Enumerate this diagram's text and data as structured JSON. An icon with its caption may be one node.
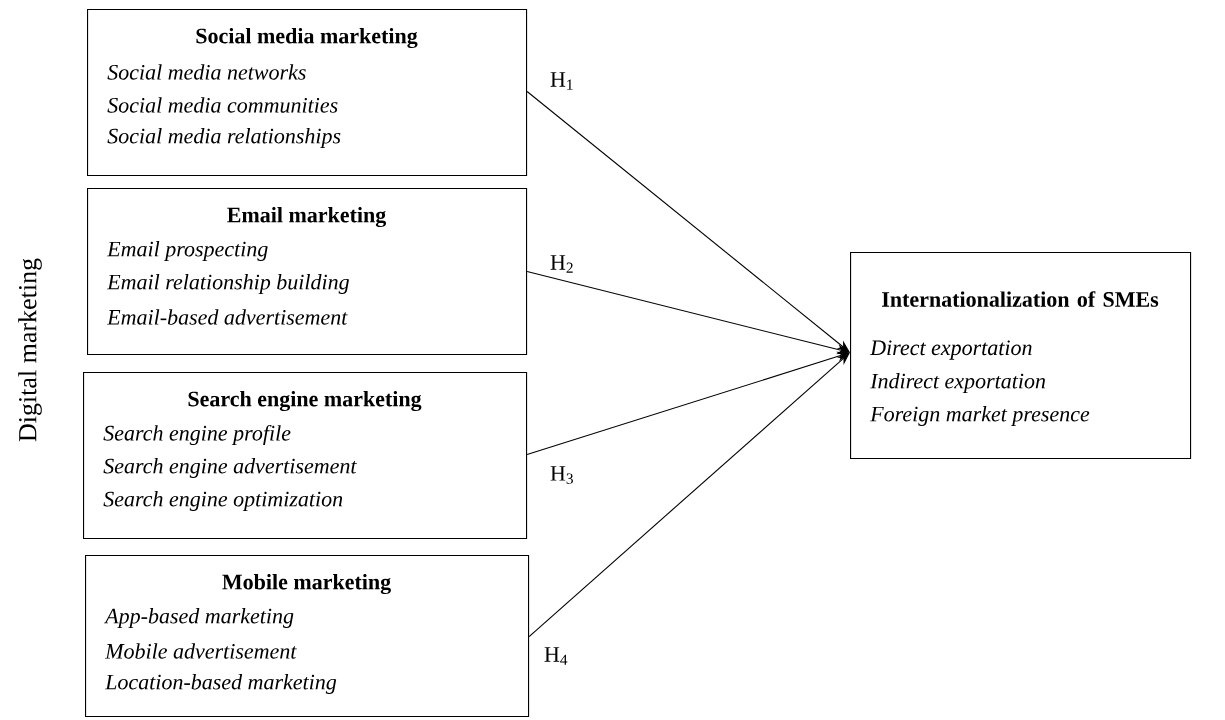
{
  "diagram": {
    "nodes": [
      {
        "text": [
          "Social media marketing",
          "Social media networks",
          "Social media communities",
          "Social media relationships"
        ]
      },
      {
        "text": [
          "Email marketing",
          "Email prospecting",
          "Email relationship building",
          "Email-based advertisement"
        ]
      },
      {
        "text": [
          "Search engine marketing",
          "Search engine profile",
          "Search engine advertisement",
          "Search engine optimization"
        ]
      },
      {
        "text": [
          "Mobile marketing",
          "App-based marketing",
          "Mobile advertisement",
          "Location-based marketing"
        ]
      },
      {
        "text": [
          "Internationalization of SMEs",
          "Direct exportation",
          "Indirect exportation",
          "Foreign market presence"
        ]
      }
    ],
    "edges": [
      {
        "from": 0,
        "to": 4,
        "arrow": "to",
        "label": "H$_{1}$"
      },
      {
        "from": 1,
        "to": 4,
        "arrow": "to",
        "label": "H$_{2}$"
      },
      {
        "from": 2,
        "to": 4,
        "arrow": "to",
        "label": "H$_{3}$"
      },
      {
        "from": 3,
        "to": 4,
        "arrow": "to",
        "label": "H$_{4}$"
      }
    ],
    "labels": [
      "Digital marketing"
    ]
  }
}
